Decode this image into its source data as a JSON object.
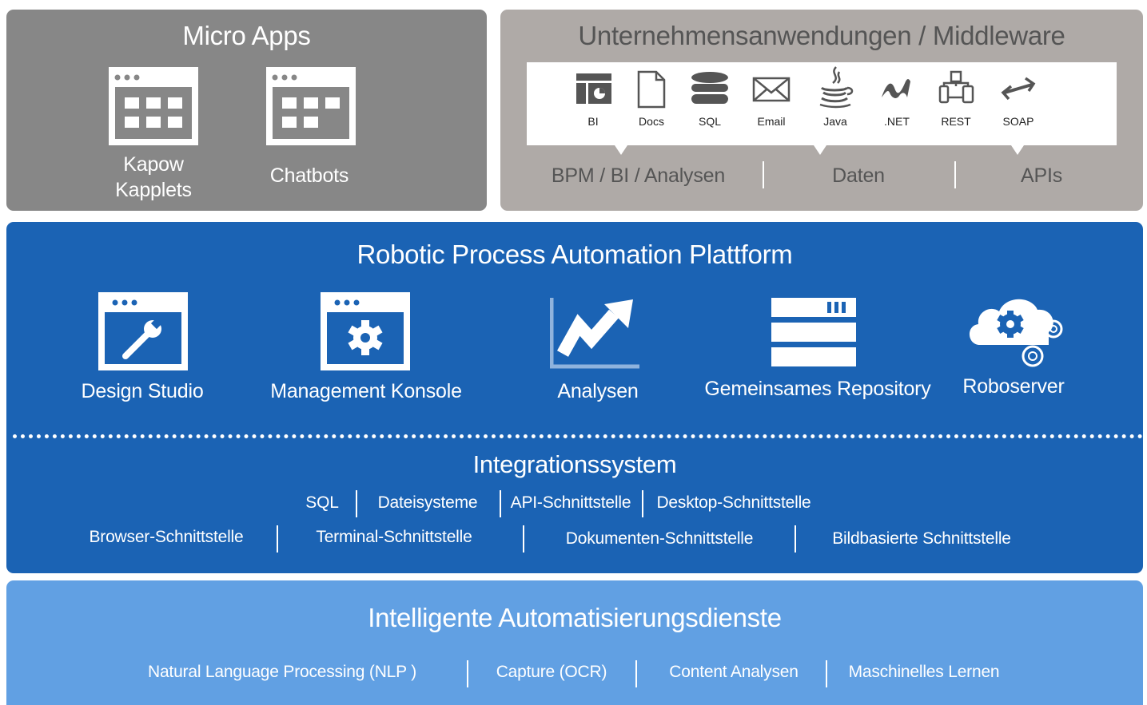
{
  "micro_apps": {
    "title": "Micro Apps",
    "items": [
      {
        "label_line1": "Kapow",
        "label_line2": "Kapplets",
        "icon": "app-window-grid-icon"
      },
      {
        "label": "Chatbots",
        "icon": "app-window-grid-icon"
      }
    ]
  },
  "enterprise": {
    "title": "Unternehmensanwendungen / Middleware",
    "technologies": [
      {
        "label": "BI",
        "icon": "bi-dashboard-icon"
      },
      {
        "label": "Docs",
        "icon": "document-icon"
      },
      {
        "label": "SQL",
        "icon": "database-icon"
      },
      {
        "label": "Email",
        "icon": "envelope-icon"
      },
      {
        "label": "Java",
        "icon": "java-cup-icon"
      },
      {
        "label": ".NET",
        "icon": "dotnet-icon"
      },
      {
        "label": "REST",
        "icon": "rest-devices-icon"
      },
      {
        "label": "SOAP",
        "icon": "soap-arrows-icon"
      }
    ],
    "categories": [
      "BPM / BI / Analysen",
      "Daten",
      "APIs"
    ]
  },
  "rpa": {
    "title": "Robotic Process Automation Plattform",
    "components": [
      {
        "label": "Design Studio",
        "icon": "wrench-window-icon"
      },
      {
        "label": "Management Konsole",
        "icon": "gear-window-icon"
      },
      {
        "label": "Analysen",
        "icon": "trend-chart-icon"
      },
      {
        "label": "Gemeinsames Repository",
        "icon": "repository-icon"
      },
      {
        "label": "Roboserver",
        "icon": "cloud-gears-icon"
      }
    ]
  },
  "integration": {
    "title": "Integrationssystem",
    "row1": [
      "SQL",
      "Dateisysteme",
      "API-Schnittstelle",
      "Desktop-Schnittstelle"
    ],
    "row2": [
      "Browser-Schnittstelle",
      "Terminal-Schnittstelle",
      "Dokumenten-Schnittstelle",
      "Bildbasierte Schnittstelle"
    ]
  },
  "ai_services": {
    "title": "Intelligente Automatisierungsdienste",
    "items": [
      "Natural Language Processing (NLP )",
      "Capture (OCR)",
      "Content Analysen",
      "Maschinelles Lernen"
    ]
  },
  "colors": {
    "micro_bg": "#878787",
    "enterprise_bg": "#afaaa7",
    "rpa_bg": "#1b63b4",
    "ai_bg": "#61a0e3",
    "icon_dark": "#555555"
  }
}
